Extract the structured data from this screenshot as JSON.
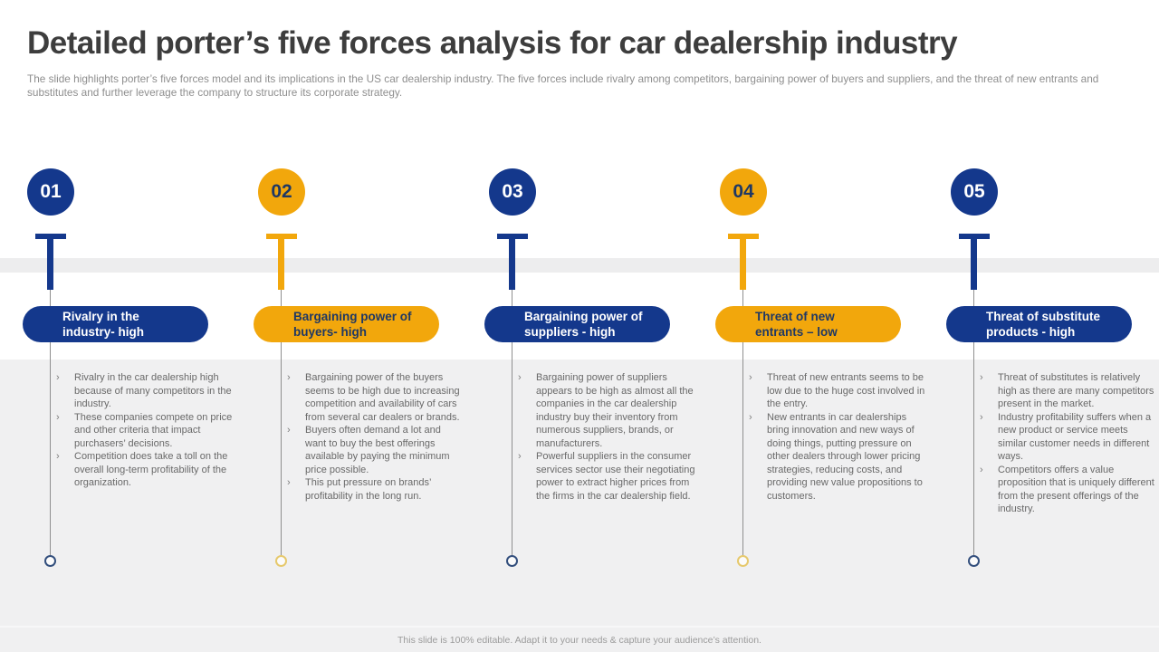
{
  "slide": {
    "title": "Detailed porter’s five forces analysis for car dealership industry",
    "subtitle": "The slide highlights porter’s five forces model and its implications in the US car dealership industry. The five forces include rivalry among competitors, bargaining power of buyers and suppliers, and the threat of new entrants and substitutes and further leverage the company to  structure its corporate strategy.",
    "footer": "This slide is 100% editable. Adapt it to your needs & capture your audience’s attention."
  },
  "colors": {
    "navy": "#14388C",
    "yellow": "#F2A70C",
    "title_text": "#3D3D3D",
    "subtitle_text": "#8E8E8E",
    "body_text": "#696969",
    "band_gray": "#EDEDEE",
    "panel_gray": "#F0F0F1",
    "text_on_navy": "#FFFFFF",
    "text_on_yellow": "#1F3864"
  },
  "bullet_glyph": "›",
  "forces": [
    {
      "number": "01",
      "theme": "navy",
      "label": "Rivalry in the\nindustry- high",
      "points": [
        "Rivalry in the car dealership high because of many competitors in the industry.",
        "These companies compete on price and other criteria that impact purchasers’ decisions.",
        "Competition does take a toll on the overall long-term profitability of the organization."
      ]
    },
    {
      "number": "02",
      "theme": "yellow",
      "label": "Bargaining power of\nbuyers-  high",
      "points": [
        "Bargaining power of the buyers seems to be high due to increasing competition and availability of cars from several car dealers or brands.",
        "Buyers often demand a lot and want to buy the best offerings available by paying the minimum price possible.",
        "This put pressure on brands’ profitability in the long run."
      ]
    },
    {
      "number": "03",
      "theme": "navy",
      "label": "Bargaining power of\nsuppliers -  high",
      "points": [
        "Bargaining power of suppliers appears to be high as almost all the companies in the car dealership industry buy their inventory from numerous suppliers, brands, or manufacturers.",
        "Powerful suppliers in the consumer services sector use their negotiating power to extract higher prices from the firms in the car dealership field."
      ]
    },
    {
      "number": "04",
      "theme": "yellow",
      "label": "Threat of new\nentrants – low",
      "points": [
        "Threat of new entrants seems to be low due to the huge cost involved in the entry.",
        "New entrants in car dealerships bring innovation and new ways of doing things, putting pressure on other dealers through lower pricing strategies, reducing costs, and providing new value propositions to customers."
      ]
    },
    {
      "number": "05",
      "theme": "navy",
      "label": "Threat of substitute\nproducts - high",
      "points": [
        "Threat of substitutes is relatively high as there are many competitors present in the market.",
        "Industry profitability suffers when a new product or service meets similar customer needs in different ways.",
        "Competitors offers a value proposition that is uniquely different from the present offerings of the industry."
      ]
    }
  ]
}
